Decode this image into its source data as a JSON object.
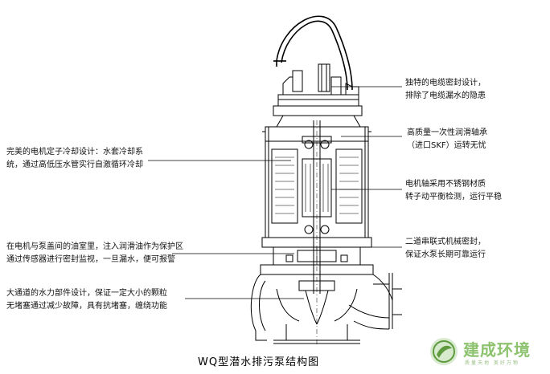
{
  "annotations": {
    "left_1": [
      "完美的电机定子冷却设计：水套冷却系",
      "统，通过高低压水管实行自激循环冷却"
    ],
    "left_2": [
      "在电机与泵盖间的油室里，注入润滑油作为保护区",
      "通过传感器进行密封监视，一旦漏水，便可报警"
    ],
    "left_3": [
      "大通道的水力部件设计，保证一定大小的颗粒",
      "无堵塞通过减少故障，具有抗堵塞，缠绕功能"
    ],
    "right_1": [
      "独特的电缆密封设计，",
      "排除了电缆漏水的隐患"
    ],
    "right_2": [
      "高质量一次性润滑轴承",
      "（进口SKF）运转无忧"
    ],
    "right_3": [
      "电机轴采用不锈钢材质",
      "转子动平衡检测，运行平稳"
    ],
    "right_4": [
      "二道串联式机械密封，",
      "保证水泵长期可靠运行"
    ]
  },
  "caption": "WQ型潜水排污泵结构图",
  "logo": {
    "title": "建成环境",
    "slogan": "质量天地  美好万物",
    "colors": {
      "accent": "#8dc26f",
      "dark": "#5e9a3e"
    }
  },
  "icons": [
    "pump-cross-section-drawing",
    "brand-logo-mark-icon"
  ]
}
